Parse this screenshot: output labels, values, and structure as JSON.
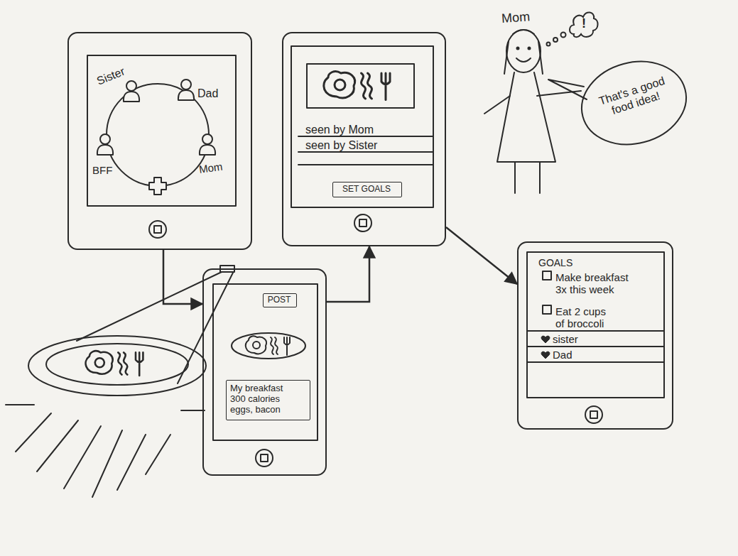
{
  "diagram": {
    "nodes": [
      {
        "text": [
          "Sister",
          "Dad",
          "BFF",
          "Mom"
        ]
      },
      {
        "text": [
          "seen by Mom",
          "seen by Sister"
        ]
      },
      {
        "text": [
          "SET GOALS"
        ],
        "in": 1
      },
      {
        "text": [
          "!"
        ]
      },
      {
        "text": [
          "That's a good food idea!"
        ]
      },
      {
        "text": []
      },
      {
        "text": [
          "POST"
        ],
        "in": 5
      },
      {
        "text": [
          "My breakfast 300 calories eggs, bacon"
        ],
        "in": 5
      },
      {
        "text": [
          "GOALS",
          "Make breakfast 3x this week",
          "Eat 2 cups of broccoli",
          "sister",
          "Dad"
        ]
      }
    ],
    "edges": [
      {
        "from": 0,
        "to": 5,
        "arrow": "to"
      },
      {
        "from": 5,
        "to": 1,
        "arrow": "to"
      },
      {
        "from": 1,
        "to": 8,
        "arrow": "to"
      }
    ],
    "labels": [
      "Mom"
    ]
  }
}
